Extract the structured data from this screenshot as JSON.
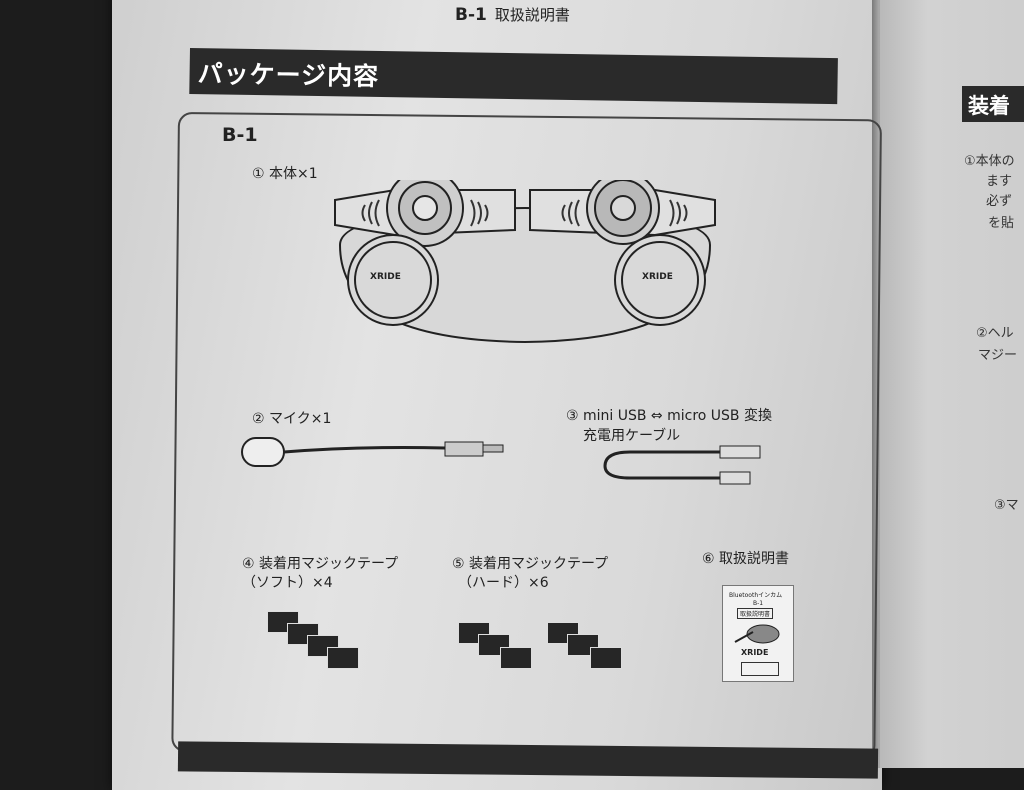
{
  "header": {
    "model": "B-1",
    "title": "取扱説明書"
  },
  "section_title": "パッケージ内容",
  "box_model": "B-1",
  "items": [
    {
      "label": "① 本体×1"
    },
    {
      "label": "② マイク×1"
    },
    {
      "label_line1": "③ mini USB ⇔ micro USB 変換",
      "label_line2": "充電用ケーブル"
    },
    {
      "label_line1": "④ 装着用マジックテープ",
      "label_line2": "（ソフト）×4"
    },
    {
      "label_line1": "⑤ 装着用マジックテープ",
      "label_line2": "（ハード）×6"
    },
    {
      "label": "⑥ 取扱説明書"
    }
  ],
  "brand": "XRIDE",
  "manual_thumb": {
    "top": "Bluetoothインカム",
    "model": "B-1",
    "title": "取扱説明書",
    "brand": "XRIDE"
  },
  "next_page": {
    "section": "装着",
    "lines": [
      "①本体の",
      "ます",
      "必ず",
      "を貼",
      "②ヘル",
      "マジー",
      "③マ"
    ]
  }
}
